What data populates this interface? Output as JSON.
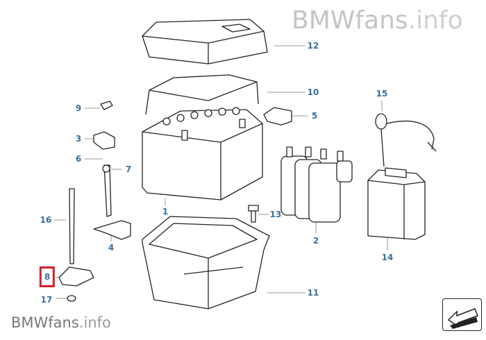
{
  "watermark": {
    "brand": "BMWfans",
    "domain": ".info"
  },
  "callouts": [
    "1",
    "2",
    "3",
    "4",
    "5",
    "6",
    "7",
    "8",
    "9",
    "10",
    "11",
    "12",
    "13",
    "14",
    "15",
    "16",
    "17"
  ],
  "highlighted_callout": "8",
  "colors": {
    "callout": "#3a6fa0",
    "highlight": "#d0202a",
    "line": "#222222"
  },
  "navigation": {
    "icon": "arrow-back-icon"
  }
}
